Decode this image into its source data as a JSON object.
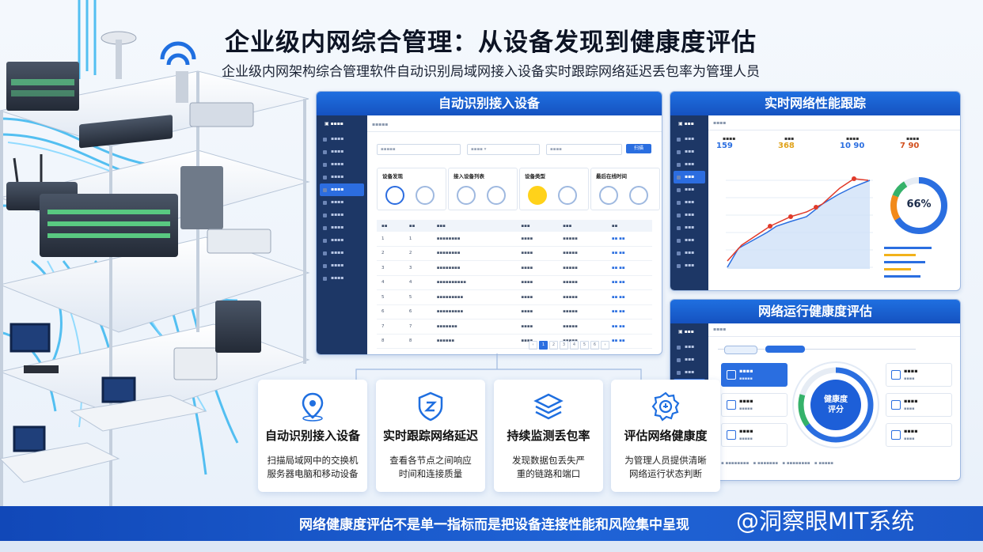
{
  "header": {
    "title": "企业级内网综合管理：从设备发现到健康度评估",
    "subtitle": "企业级内网架构综合管理软件自动识别局域网接入设备实时跟踪网络延迟丢包率为管理人员"
  },
  "panels": {
    "discovery": {
      "title": "自动识别接入设备",
      "search_button": "扫描",
      "cards": [
        "设备发现",
        "接入设备列表",
        "设备类型",
        "最后在线时间"
      ],
      "table_rows": [
        "1",
        "2",
        "3",
        "4",
        "5",
        "6",
        "7",
        "8"
      ]
    },
    "performance": {
      "title": "实时网络性能跟踪",
      "kpis": [
        {
          "value": "159",
          "color": "#2a6ee0"
        },
        {
          "value": "368",
          "color": "#e0a21a"
        },
        {
          "value": "10 90",
          "color": "#2a6ee0"
        },
        {
          "value": "7 90",
          "color": "#d2501e"
        }
      ],
      "gauge_value": "66%"
    },
    "health": {
      "title": "网络运行健康度评估",
      "center_label_1": "健康度",
      "center_label_2": "评分"
    }
  },
  "features": [
    {
      "title": "自动识别接入设备",
      "desc_1": "扫描局域网中的交换机",
      "desc_2": "服务器电脑和移动设备",
      "icon": "location-pin-icon"
    },
    {
      "title": "实时跟踪网络延迟",
      "desc_1": "查看各节点之间响应",
      "desc_2": "时间和连接质量",
      "icon": "shield-icon"
    },
    {
      "title": "持续监测丢包率",
      "desc_1": "发现数据包丢失严",
      "desc_2": "重的链路和端口",
      "icon": "layers-icon"
    },
    {
      "title": "评估网络健康度",
      "desc_1": "为管理人员提供清晰",
      "desc_2": "网络运行状态判断",
      "icon": "gear-shield-icon"
    }
  ],
  "footer": {
    "text": "网络健康度评估不是单一指标而是把设备连接性能和风险集中呈现",
    "watermark": "@洞察眼MIT系统"
  },
  "colors": {
    "accent": "#1f6fe0",
    "sidebar": "#1d3766",
    "footer": "#1148b8"
  }
}
